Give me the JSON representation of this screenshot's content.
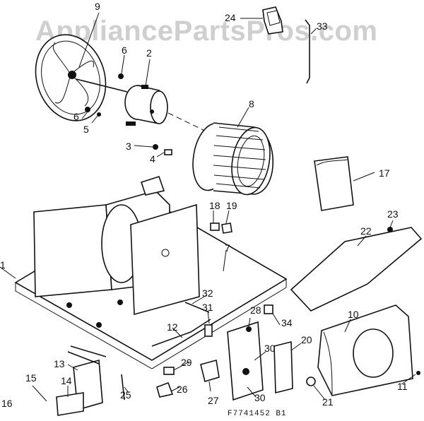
{
  "watermark": "AppliancePartsPros.com",
  "diagram_code": "F7741452  B1",
  "part_labels": [
    "1",
    "2",
    "3",
    "4",
    "5",
    "6",
    "6",
    "7",
    "8",
    "9",
    "10",
    "11",
    "12",
    "13",
    "14",
    "15",
    "16",
    "17",
    "18",
    "19",
    "20",
    "21",
    "22",
    "23",
    "24",
    "25",
    "26",
    "27",
    "28",
    "29",
    "30",
    "30",
    "31",
    "32",
    "33",
    "34"
  ]
}
